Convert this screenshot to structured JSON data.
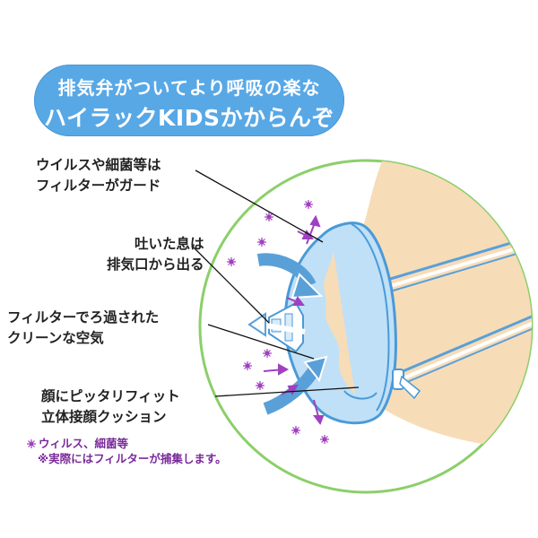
{
  "banner": {
    "line1": "排気弁がついてより呼吸の楽な",
    "line2": "ハイラックKIDSかからんぞ"
  },
  "callouts": [
    {
      "line1": "ウイルスや細菌等は",
      "line2": "フィルターがガード"
    },
    {
      "line1": "吐いた息は",
      "line2": "排気口から出る"
    },
    {
      "line1": "フィルターでろ過された",
      "line2": "クリーンな空気"
    },
    {
      "line1": "顔にピッタリフィット",
      "line2": "立体接顔クッション"
    }
  ],
  "legend": {
    "marker_label": "ウィルス、細菌等",
    "note": "※実際にはフィルターが捕集します。"
  },
  "colors": {
    "banner": "#58a8e6",
    "circle_border": "#8ccf6a",
    "skin": "#f7dcb8",
    "mask": "#bfe0f7",
    "mask_outline": "#4a9ad8",
    "virus": "#a040c0"
  }
}
